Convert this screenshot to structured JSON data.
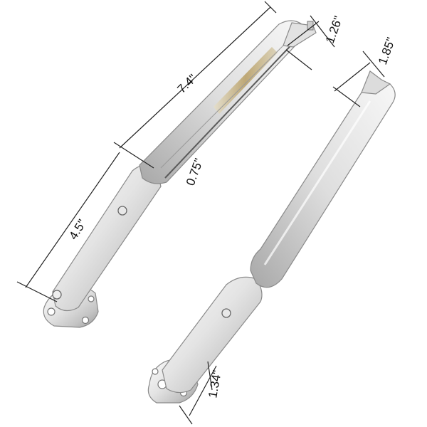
{
  "image": {
    "subject": "two-piece-hinge-arm",
    "background": "#ffffff"
  },
  "dimensions": {
    "total_length": "7.4\"",
    "lower_section": "4.5\"",
    "arm_width": "0.75\"",
    "tip_offset_left": "1.26\"",
    "tip_offset_right": "1.85\"",
    "base_offset": "1.34\""
  },
  "colors": {
    "metal_light": "#f2f2f2",
    "metal_mid": "#cfcfcf",
    "metal_dark": "#8f8f8f",
    "brass_accent": "#b8a06a"
  }
}
